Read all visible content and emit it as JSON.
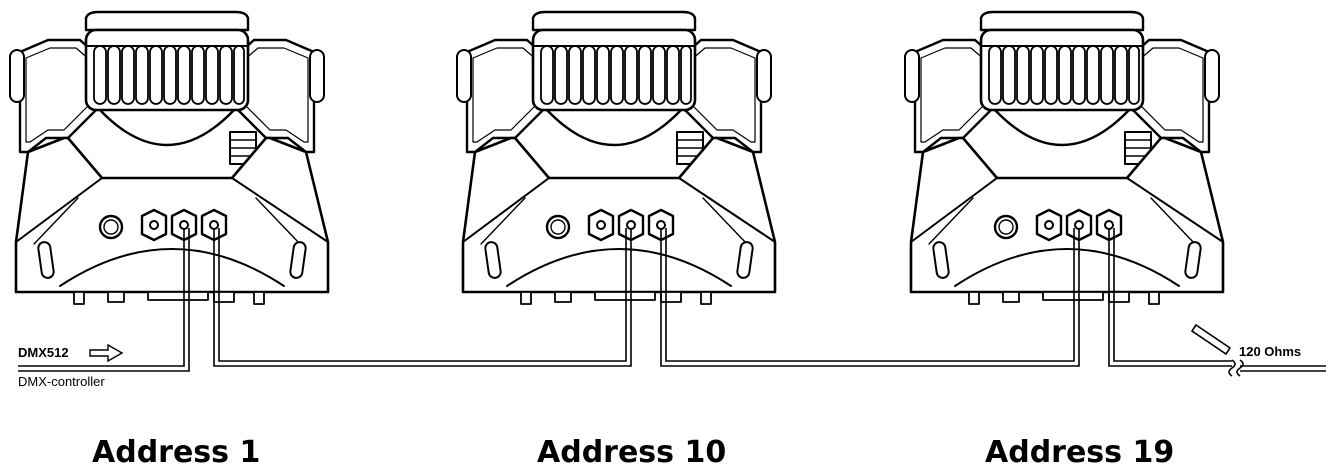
{
  "controller": {
    "signal_label": "DMX512",
    "name": "DMX-controller"
  },
  "terminator": {
    "label": "120 Ohms"
  },
  "fixtures": [
    {
      "address": "Address 1"
    },
    {
      "address": "Address 10"
    },
    {
      "address": "Address 19"
    }
  ],
  "colors": {
    "line": "#000000",
    "background": "#ffffff"
  }
}
